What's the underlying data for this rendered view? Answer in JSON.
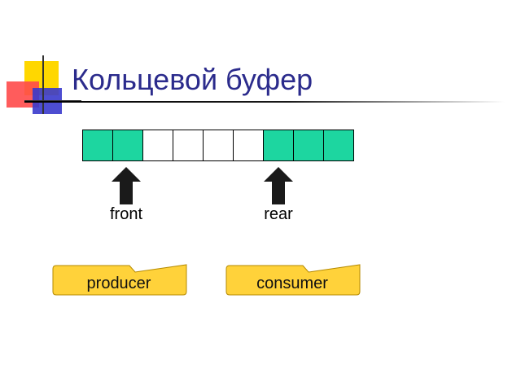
{
  "slide": {
    "title": "Кольцевой буфер"
  },
  "buffer": {
    "cells": [
      {
        "filled": true
      },
      {
        "filled": true
      },
      {
        "filled": false
      },
      {
        "filled": false
      },
      {
        "filled": false
      },
      {
        "filled": false
      },
      {
        "filled": true
      },
      {
        "filled": true
      },
      {
        "filled": true
      }
    ],
    "fill_color": "#1dd6a0",
    "empty_color": "#ffffff"
  },
  "pointers": {
    "front_label": "front",
    "rear_label": "rear",
    "front_index": 1,
    "rear_index": 6
  },
  "notes": {
    "producer_label": "producer",
    "consumer_label": "consumer",
    "note_color": "#ffd23a"
  },
  "colors": {
    "title": "#2b2b8c",
    "logo_yellow": "#ffd700",
    "logo_red": "#ff3333",
    "logo_blue": "#3333cc"
  }
}
